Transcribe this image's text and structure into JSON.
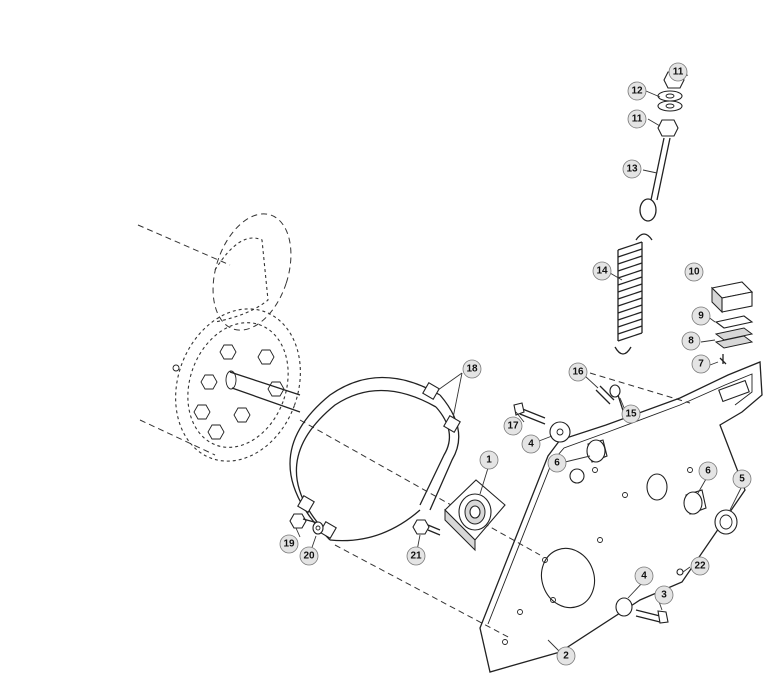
{
  "callouts": [
    {
      "id": "c11a",
      "label": "11"
    },
    {
      "id": "c12",
      "label": "12"
    },
    {
      "id": "c11b",
      "label": "11"
    },
    {
      "id": "c13",
      "label": "13"
    },
    {
      "id": "c14",
      "label": "14"
    },
    {
      "id": "c10",
      "label": "10"
    },
    {
      "id": "c9",
      "label": "9"
    },
    {
      "id": "c8",
      "label": "8"
    },
    {
      "id": "c7",
      "label": "7"
    },
    {
      "id": "c18",
      "label": "18"
    },
    {
      "id": "c16",
      "label": "16"
    },
    {
      "id": "c15",
      "label": "15"
    },
    {
      "id": "c17",
      "label": "17"
    },
    {
      "id": "c4a",
      "label": "4"
    },
    {
      "id": "c6a",
      "label": "6"
    },
    {
      "id": "c1",
      "label": "1"
    },
    {
      "id": "c6b",
      "label": "6"
    },
    {
      "id": "c5",
      "label": "5"
    },
    {
      "id": "c19",
      "label": "19"
    },
    {
      "id": "c20",
      "label": "20"
    },
    {
      "id": "c21",
      "label": "21"
    },
    {
      "id": "c22",
      "label": "22"
    },
    {
      "id": "c4b",
      "label": "4"
    },
    {
      "id": "c3",
      "label": "3"
    },
    {
      "id": "c2",
      "label": "2"
    }
  ]
}
